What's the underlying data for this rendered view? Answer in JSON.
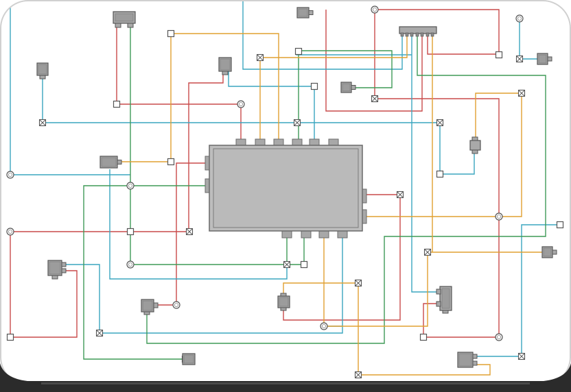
{
  "diagram": {
    "kind": "circuit-schematic",
    "colors": {
      "red": "#c94a4a",
      "blue": "#3aa6bf",
      "green": "#3e9a57",
      "orange": "#e0a030",
      "chip_fill": "#bdbdbd",
      "chip_stroke": "#6a6a6a",
      "component_fill": "#a9a9a9",
      "bezel": "#2b2b2b",
      "page_border": "#d0d0d0"
    },
    "components": [
      "central-chip",
      "connector-header-top",
      "transistor-top-left",
      "capacitor-left",
      "transistor-top-center",
      "transistor-mid-left",
      "transistor-small-top",
      "transistor-top-mid",
      "transistor-right-top",
      "transistor-left-mid",
      "transistor-bottom-left",
      "transistor-bottom-mid",
      "transistor-right-vertical",
      "transistor-right-mid",
      "transistor-bottom-right",
      "transistor-bottom-center",
      "capacitor-bottom-right",
      "transistor-right-low"
    ]
  }
}
